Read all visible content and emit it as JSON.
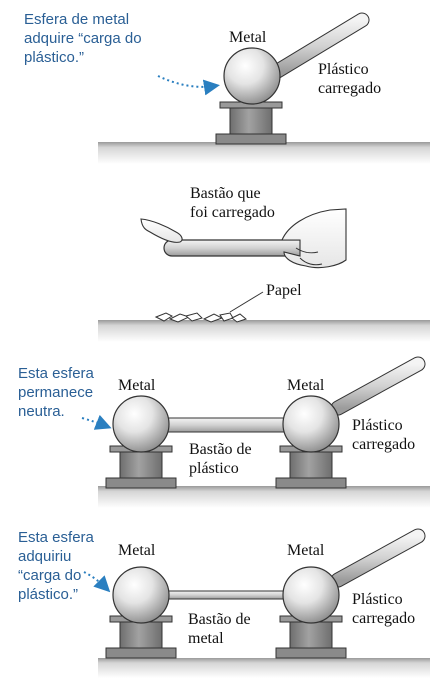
{
  "colors": {
    "note_text": "#2a5f95",
    "arrow": "#2a7fc0",
    "floor": "#d2d2d2",
    "stand": "#8a8a8a",
    "rod": "#d5d5d5"
  },
  "panel1": {
    "note_lines": [
      "Esfera de metal",
      "adquire “carga do",
      "plástico.”"
    ],
    "metal_label": "Metal",
    "plastic_lines": [
      "Plástico",
      "carregado"
    ]
  },
  "panel2": {
    "rod_lines": [
      "Bastão que",
      "foi carregado"
    ],
    "paper_label": "Papel"
  },
  "panel3": {
    "note_lines": [
      "Esta esfera",
      "permanece",
      "neutra."
    ],
    "metal_left": "Metal",
    "metal_right": "Metal",
    "rod_lines": [
      "Bastão de",
      "plástico"
    ],
    "plastic_lines": [
      "Plástico",
      "carregado"
    ]
  },
  "panel4": {
    "note_lines": [
      "Esta esfera",
      "adquiriu",
      "“carga do",
      "plástico.”"
    ],
    "metal_left": "Metal",
    "metal_right": "Metal",
    "rod_lines": [
      "Bastão de",
      "metal"
    ],
    "plastic_lines": [
      "Plástico",
      "carregado"
    ]
  }
}
